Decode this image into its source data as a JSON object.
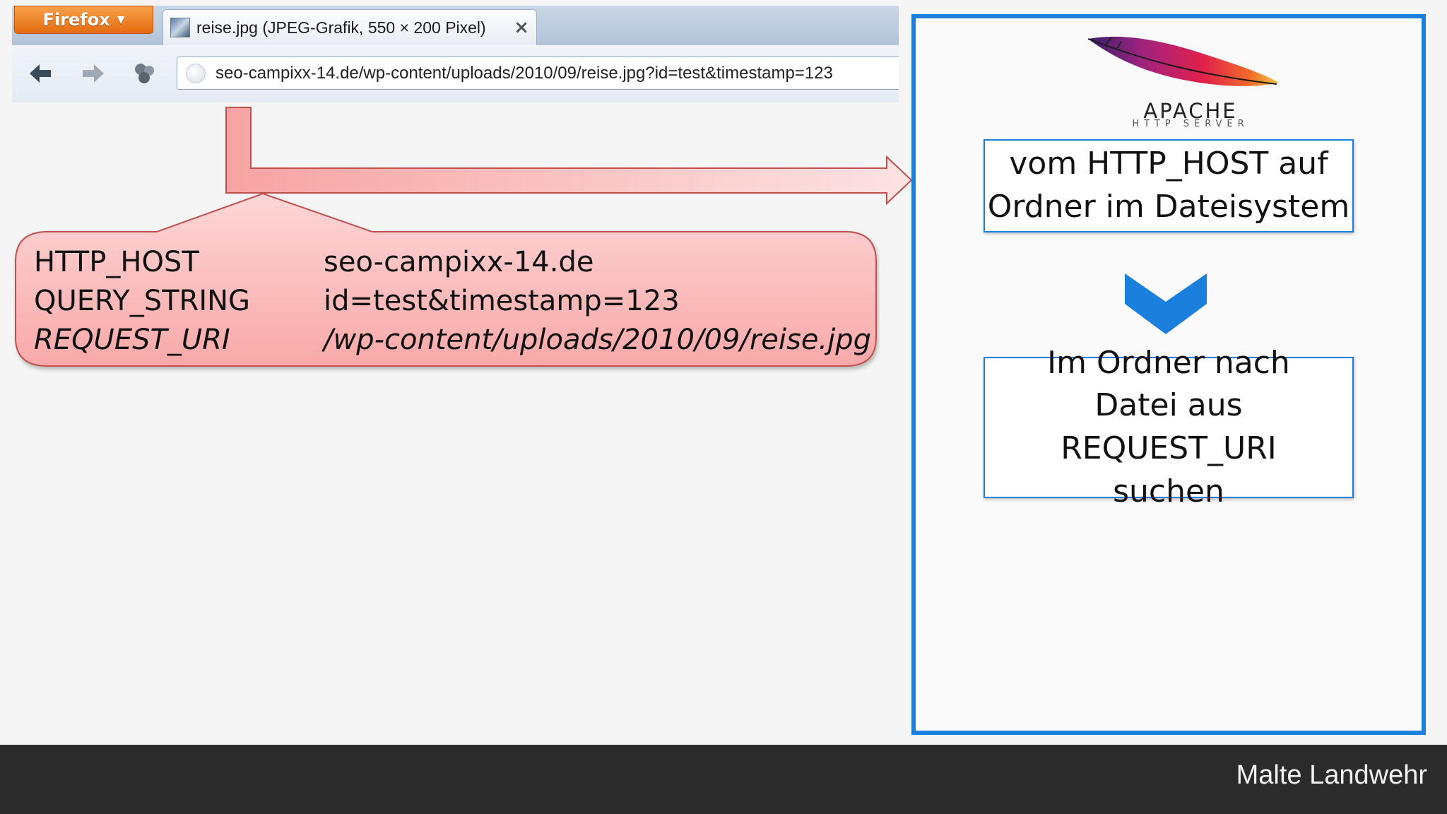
{
  "browser": {
    "menu_button": "Firefox",
    "tab_title": "reise.jpg (JPEG-Grafik, 550 × 200 Pixel)",
    "tab_close": "×",
    "url": "seo-campixx-14.de/wp-content/uploads/2010/09/reise.jpg?id=test&timestamp=123",
    "back_icon": "🡐",
    "forward_icon": "🡒"
  },
  "callout": {
    "rows": [
      {
        "key": "HTTP_HOST",
        "value": "seo-campixx-14.de"
      },
      {
        "key": "QUERY_STRING",
        "value": "id=test&timestamp=123"
      },
      {
        "key": "REQUEST_URI",
        "value": "/wp-content/uploads/2010/09/reise.jpg"
      }
    ]
  },
  "server": {
    "logo_word": "APACHE",
    "logo_sub": "HTTP SERVER",
    "step1": "vom HTTP_HOST auf Ordner im Dateisystem",
    "step2": "Im Ordner nach Datei aus REQUEST_URI suchen"
  },
  "footer": {
    "author": "Malte Landwehr"
  },
  "colors": {
    "accent_blue": "#1a7fdd",
    "callout_fill": "#fbc0c0",
    "callout_border": "#c0504d",
    "footer_bg": "#2b2b2b"
  },
  "icons": [
    "firefox-menu-icon",
    "image-file-icon",
    "close-icon",
    "back-arrow-icon",
    "forward-arrow-icon",
    "addons-icon",
    "globe-icon",
    "apache-feather-icon",
    "chevron-down-icon"
  ]
}
